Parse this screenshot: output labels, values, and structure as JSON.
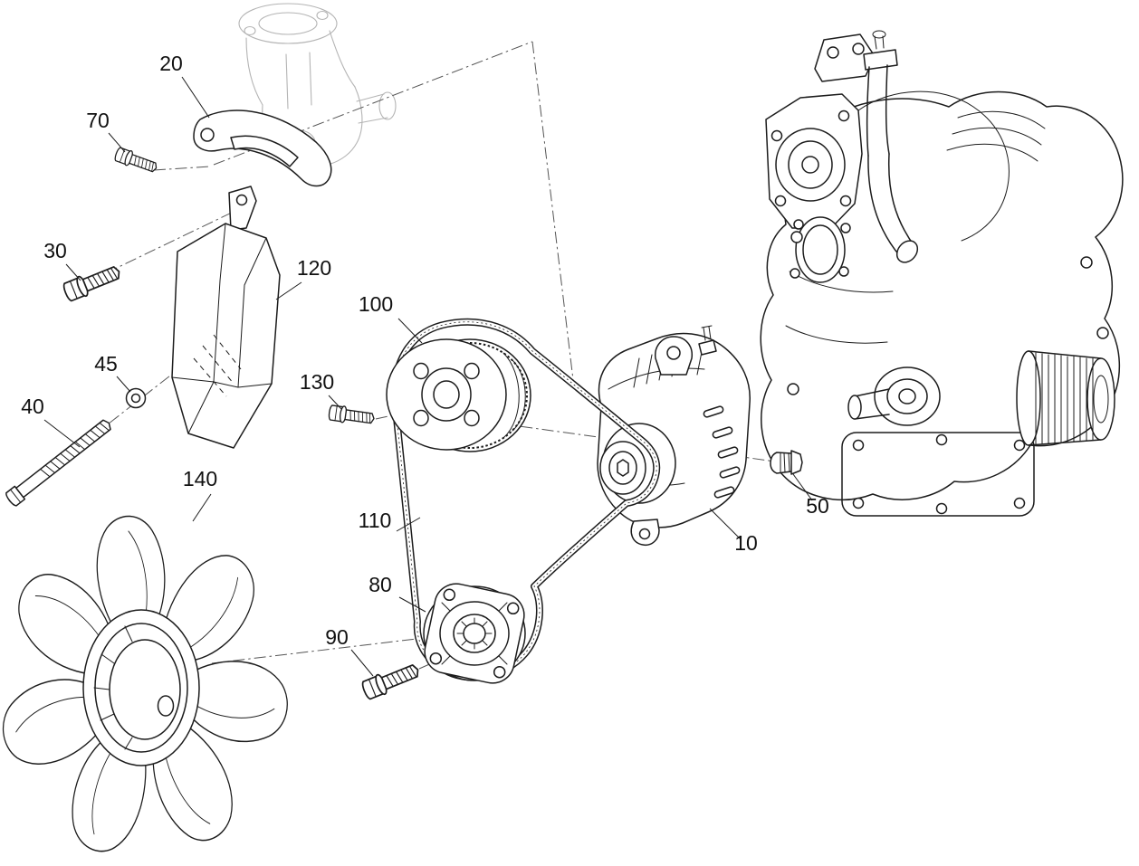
{
  "figure": {
    "type": "exploded-parts-diagram",
    "background_color": "#ffffff",
    "line_color": "#1c1c1c",
    "callouts": [
      {
        "num": "10"
      },
      {
        "num": "20"
      },
      {
        "num": "30"
      },
      {
        "num": "40"
      },
      {
        "num": "45"
      },
      {
        "num": "50"
      },
      {
        "num": "70"
      },
      {
        "num": "80"
      },
      {
        "num": "90"
      },
      {
        "num": "100"
      },
      {
        "num": "110"
      },
      {
        "num": "120"
      },
      {
        "num": "130"
      },
      {
        "num": "140"
      }
    ]
  }
}
